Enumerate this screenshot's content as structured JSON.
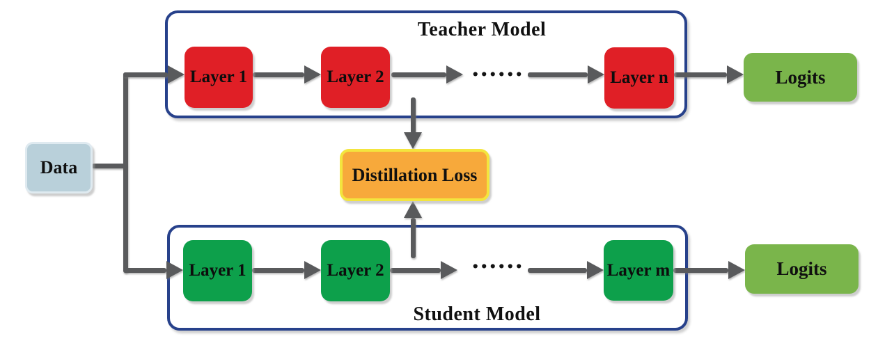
{
  "data_box": {
    "label": "Data"
  },
  "teacher": {
    "title": "Teacher Model",
    "layers": [
      "Layer 1",
      "Layer 2",
      "Layer n"
    ],
    "dots": "......",
    "logits_label": "Logits"
  },
  "student": {
    "title": "Student Model",
    "layers": [
      "Layer 1",
      "Layer 2",
      "Layer m"
    ],
    "dots": "......",
    "logits_label": "Logits"
  },
  "loss": {
    "label": "Distillation Loss"
  },
  "colors": {
    "container_border": "#27418b",
    "teacher_layer": "#e01f26",
    "student_layer": "#0da04b",
    "logits_green": "#7ab54b",
    "data_fill": "#b9d0da",
    "data_border": "#dfeaf0",
    "loss_fill": "#f7a93b",
    "loss_border": "#f3e53e",
    "arrow": "#595a5c"
  }
}
